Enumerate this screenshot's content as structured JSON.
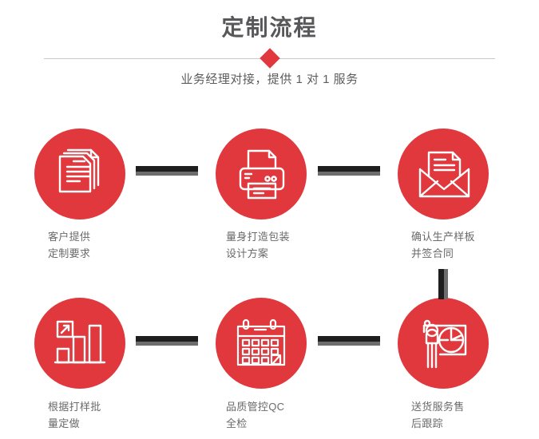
{
  "header": {
    "title": "定制流程",
    "subtitle": "业务经理对接，提供 1 对 1 服务",
    "divider_icon": "diamond-marker",
    "accent_color": "#e0383d",
    "title_color": "#58585a",
    "divider_color": "#c9c9c9"
  },
  "flow": {
    "connector_color": "#1e1e1e",
    "connector_shadow_color": "#6d6d6d",
    "circle_color": "#e0383d",
    "label_color": "#6a6a6c",
    "steps": [
      {
        "index": 1,
        "icon": "documents-stack-icon",
        "label": "客户提供\n定制要求"
      },
      {
        "index": 2,
        "icon": "printer-icon",
        "label": "量身打造包装\n设计方案"
      },
      {
        "index": 3,
        "icon": "envelope-letter-icon",
        "label": "确认生产样板\n并签合同"
      },
      {
        "index": 4,
        "icon": "bar-chart-growth-icon",
        "label": "根据打样批\n量定做"
      },
      {
        "index": 5,
        "icon": "calendar-check-icon",
        "label": "品质管控QC\n全检"
      },
      {
        "index": 6,
        "icon": "presentation-pie-chart-icon",
        "label": "送货服务售\n后跟踪"
      }
    ]
  }
}
